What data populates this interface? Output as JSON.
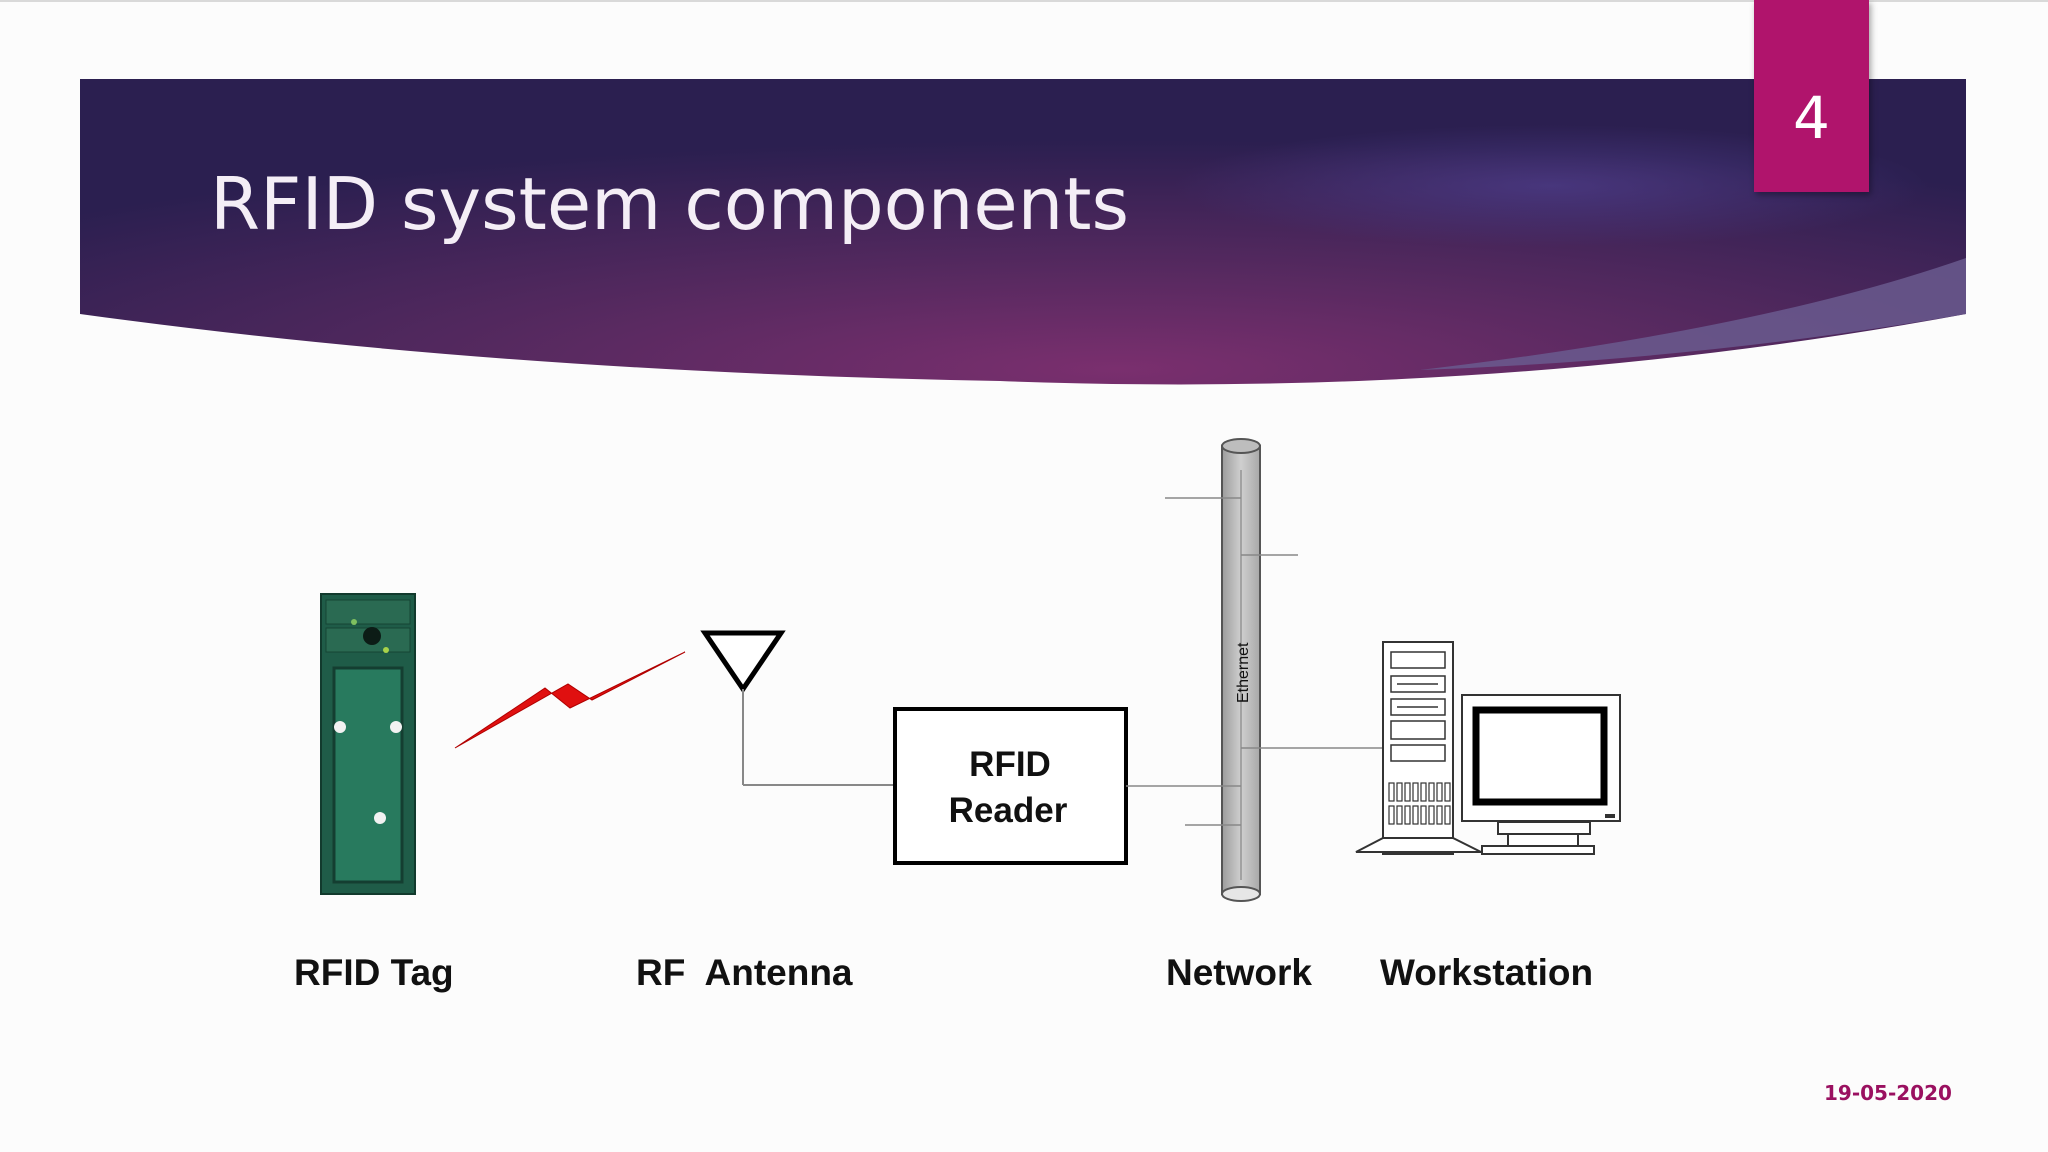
{
  "slide": {
    "number": "4",
    "title": "RFID system components",
    "date": "19-05-2020"
  },
  "diagram": {
    "reader_label_line1": "RFID",
    "reader_label_line2": "Reader",
    "network_bus_label": "Ethernet",
    "components": [
      {
        "label": "RFID Tag"
      },
      {
        "label": "RF  Antenna"
      },
      {
        "label": "Network"
      },
      {
        "label": "Workstation"
      }
    ]
  },
  "colors": {
    "accent": "#b0146c",
    "banner_dark": "#2e1f52",
    "banner_light": "#6e2a66",
    "lightning": "#e01010",
    "tag_green": "#1f5c48"
  }
}
